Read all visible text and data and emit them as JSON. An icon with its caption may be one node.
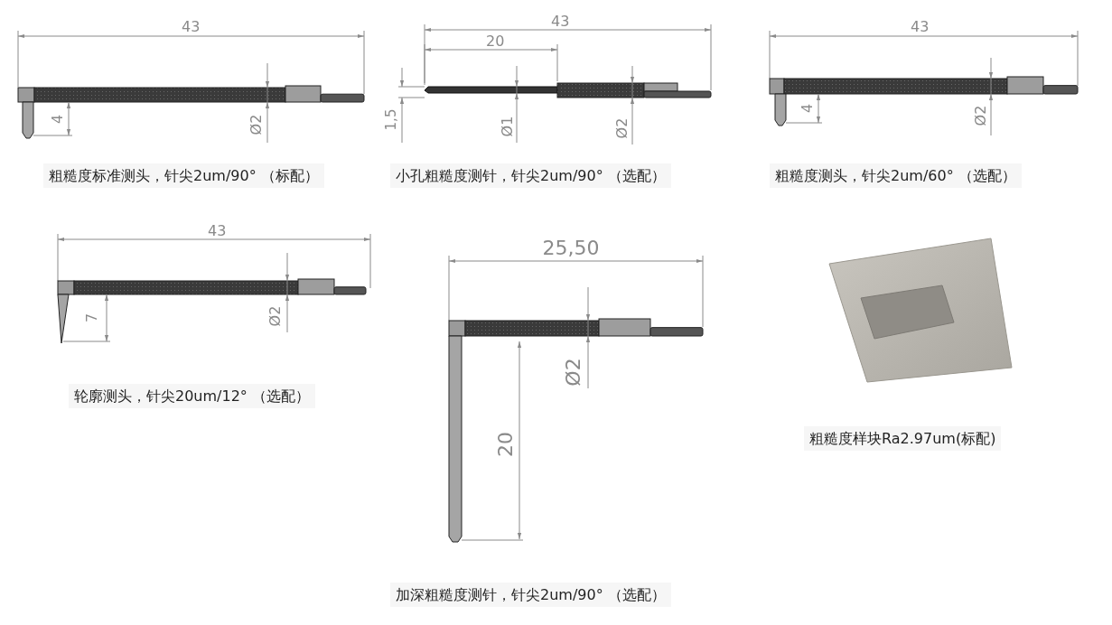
{
  "diagram": {
    "labels": [
      "43",
      "4",
      "Ø2",
      "粗糙度标准测头，针尖2um/90° （标配）",
      "43",
      "20",
      "1,5",
      "Ø1",
      "Ø2",
      "小孔粗糙度测针，针尖2um/90° （选配）",
      "43",
      "4",
      "Ø2",
      "粗糙度测头，针尖2um/60° （选配）",
      "43",
      "7",
      "Ø2",
      "轮廓测头，针尖20um/12° （选配）",
      "25,50",
      "Ø2",
      "20",
      "加深粗糙度测针，针尖2um/90° （选配）",
      "粗糙度样块Ra2.97um(标配)"
    ]
  }
}
